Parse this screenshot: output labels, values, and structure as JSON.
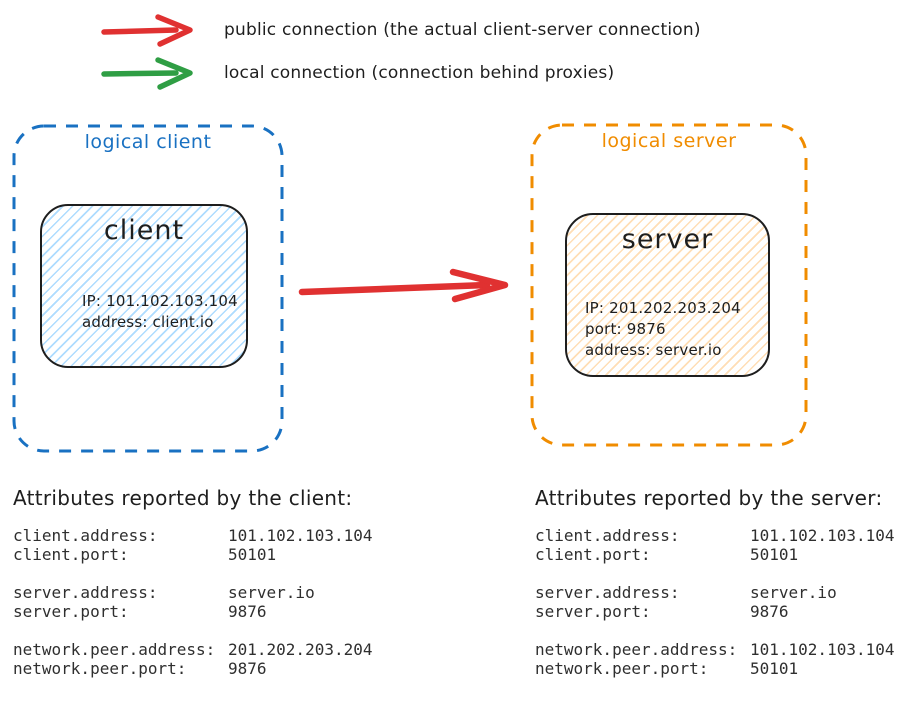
{
  "canvas": {
    "background": "#ffffff",
    "ink": "#1e1e1e"
  },
  "legend": {
    "items": [
      {
        "name": "public",
        "color": "#e03131",
        "label": "public connection (the actual client-server connection)"
      },
      {
        "name": "local",
        "color": "#2f9e44",
        "label": "local connection (connection behind proxies)"
      }
    ]
  },
  "diagram": {
    "logical_client": {
      "label": "logical client",
      "accent": "#1971c2",
      "node": {
        "title": "client",
        "fill": "#a5d8ff",
        "lines": [
          "IP: 101.102.103.104",
          "address: client.io"
        ]
      }
    },
    "logical_server": {
      "label": "logical server",
      "accent": "#f08c00",
      "node": {
        "title": "server",
        "fill": "#ffd8a8",
        "lines": [
          "IP: 201.202.203.204",
          "port: 9876",
          "address: server.io"
        ]
      }
    },
    "connection": {
      "type": "public connection",
      "color": "#e03131",
      "from": "client",
      "to": "server"
    }
  },
  "attributes": {
    "client": {
      "heading": "Attributes reported by the client:",
      "groups": [
        [
          {
            "key": "client.address:",
            "value": "101.102.103.104"
          },
          {
            "key": "client.port:",
            "value": "50101"
          }
        ],
        [
          {
            "key": "server.address:",
            "value": "server.io"
          },
          {
            "key": "server.port:",
            "value": "9876"
          }
        ],
        [
          {
            "key": "network.peer.address:",
            "value": "201.202.203.204"
          },
          {
            "key": "network.peer.port:",
            "value": "9876"
          }
        ]
      ]
    },
    "server": {
      "heading": "Attributes reported by the server:",
      "groups": [
        [
          {
            "key": "client.address:",
            "value": "101.102.103.104"
          },
          {
            "key": "client.port:",
            "value": "50101"
          }
        ],
        [
          {
            "key": "server.address:",
            "value": "server.io"
          },
          {
            "key": "server.port:",
            "value": "9876"
          }
        ],
        [
          {
            "key": "network.peer.address:",
            "value": "101.102.103.104"
          },
          {
            "key": "network.peer.port:",
            "value": "50101"
          }
        ]
      ]
    }
  }
}
